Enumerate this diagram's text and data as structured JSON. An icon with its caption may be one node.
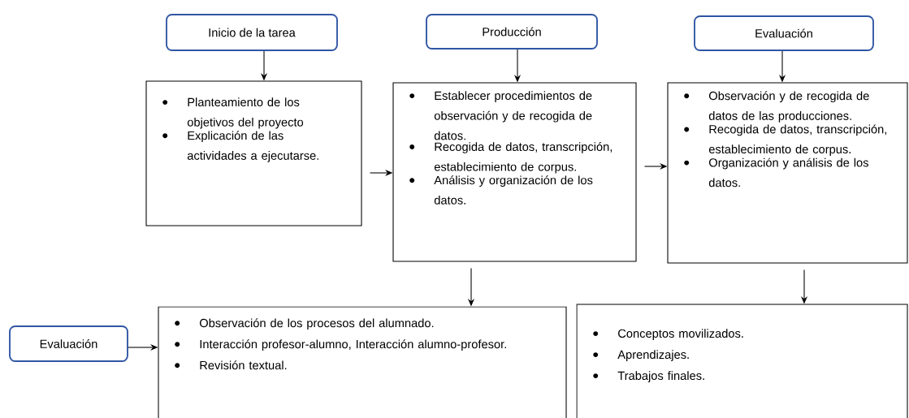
{
  "diagram": {
    "nodes": [
      {
        "text": [
          "Inicio de la tarea"
        ]
      },
      {
        "text": [
          "Producción"
        ]
      },
      {
        "text": [
          "Evaluación"
        ]
      },
      {
        "text": [
          "Planteamiento de los objetivos del proyecto",
          "Explicación de las actividades a ejecutarse."
        ]
      },
      {
        "text": [
          "Establecer procedimientos de observación y de recogida de datos.",
          "Recogida de datos, transcripción, establecimiento de corpus.",
          "Análisis y organización de los datos."
        ]
      },
      {
        "text": [
          "Observación y de recogida de datos de las producciones.",
          "Recogida de datos, transcripción, establecimiento de corpus.",
          "Organización y análisis de los datos."
        ]
      },
      {
        "text": [
          "Evaluación"
        ]
      },
      {
        "text": [
          "Observación de los procesos del alumnado.",
          "Interacción profesor-alumno, Interacción alumno-profesor.",
          "Revisión textual."
        ]
      },
      {
        "text": [
          "Conceptos movilizados.",
          "Aprendizajes.",
          "Trabajos finales."
        ]
      }
    ],
    "edges": [
      {
        "from": 0,
        "to": 3,
        "arrow": "to"
      },
      {
        "from": 1,
        "to": 4,
        "arrow": "to"
      },
      {
        "from": 2,
        "to": 5,
        "arrow": "to"
      },
      {
        "from": 3,
        "to": 4,
        "arrow": "to"
      },
      {
        "from": 4,
        "to": 5,
        "arrow": "to"
      },
      {
        "from": 4,
        "to": 7,
        "arrow": "to"
      },
      {
        "from": 5,
        "to": 8,
        "arrow": "to"
      },
      {
        "from": 6,
        "to": 7,
        "arrow": "to"
      }
    ]
  }
}
